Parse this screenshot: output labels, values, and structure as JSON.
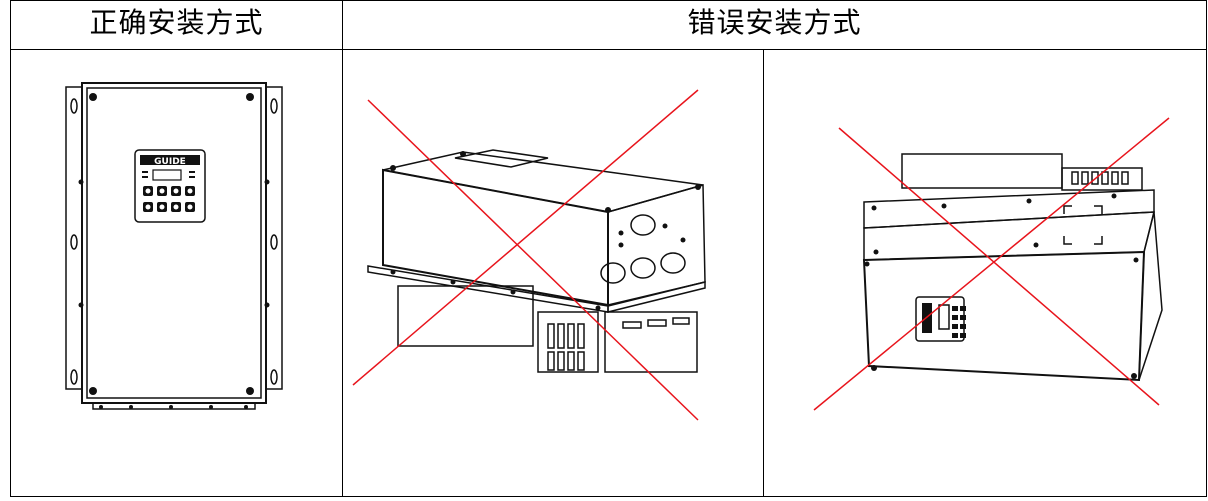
{
  "table": {
    "header_correct": "正确安装方式",
    "header_wrong": "错误安装方式"
  },
  "device": {
    "brand": "GUIDE"
  },
  "colors": {
    "line": "#111111",
    "cross": "#e8141c",
    "border": "#000000"
  }
}
